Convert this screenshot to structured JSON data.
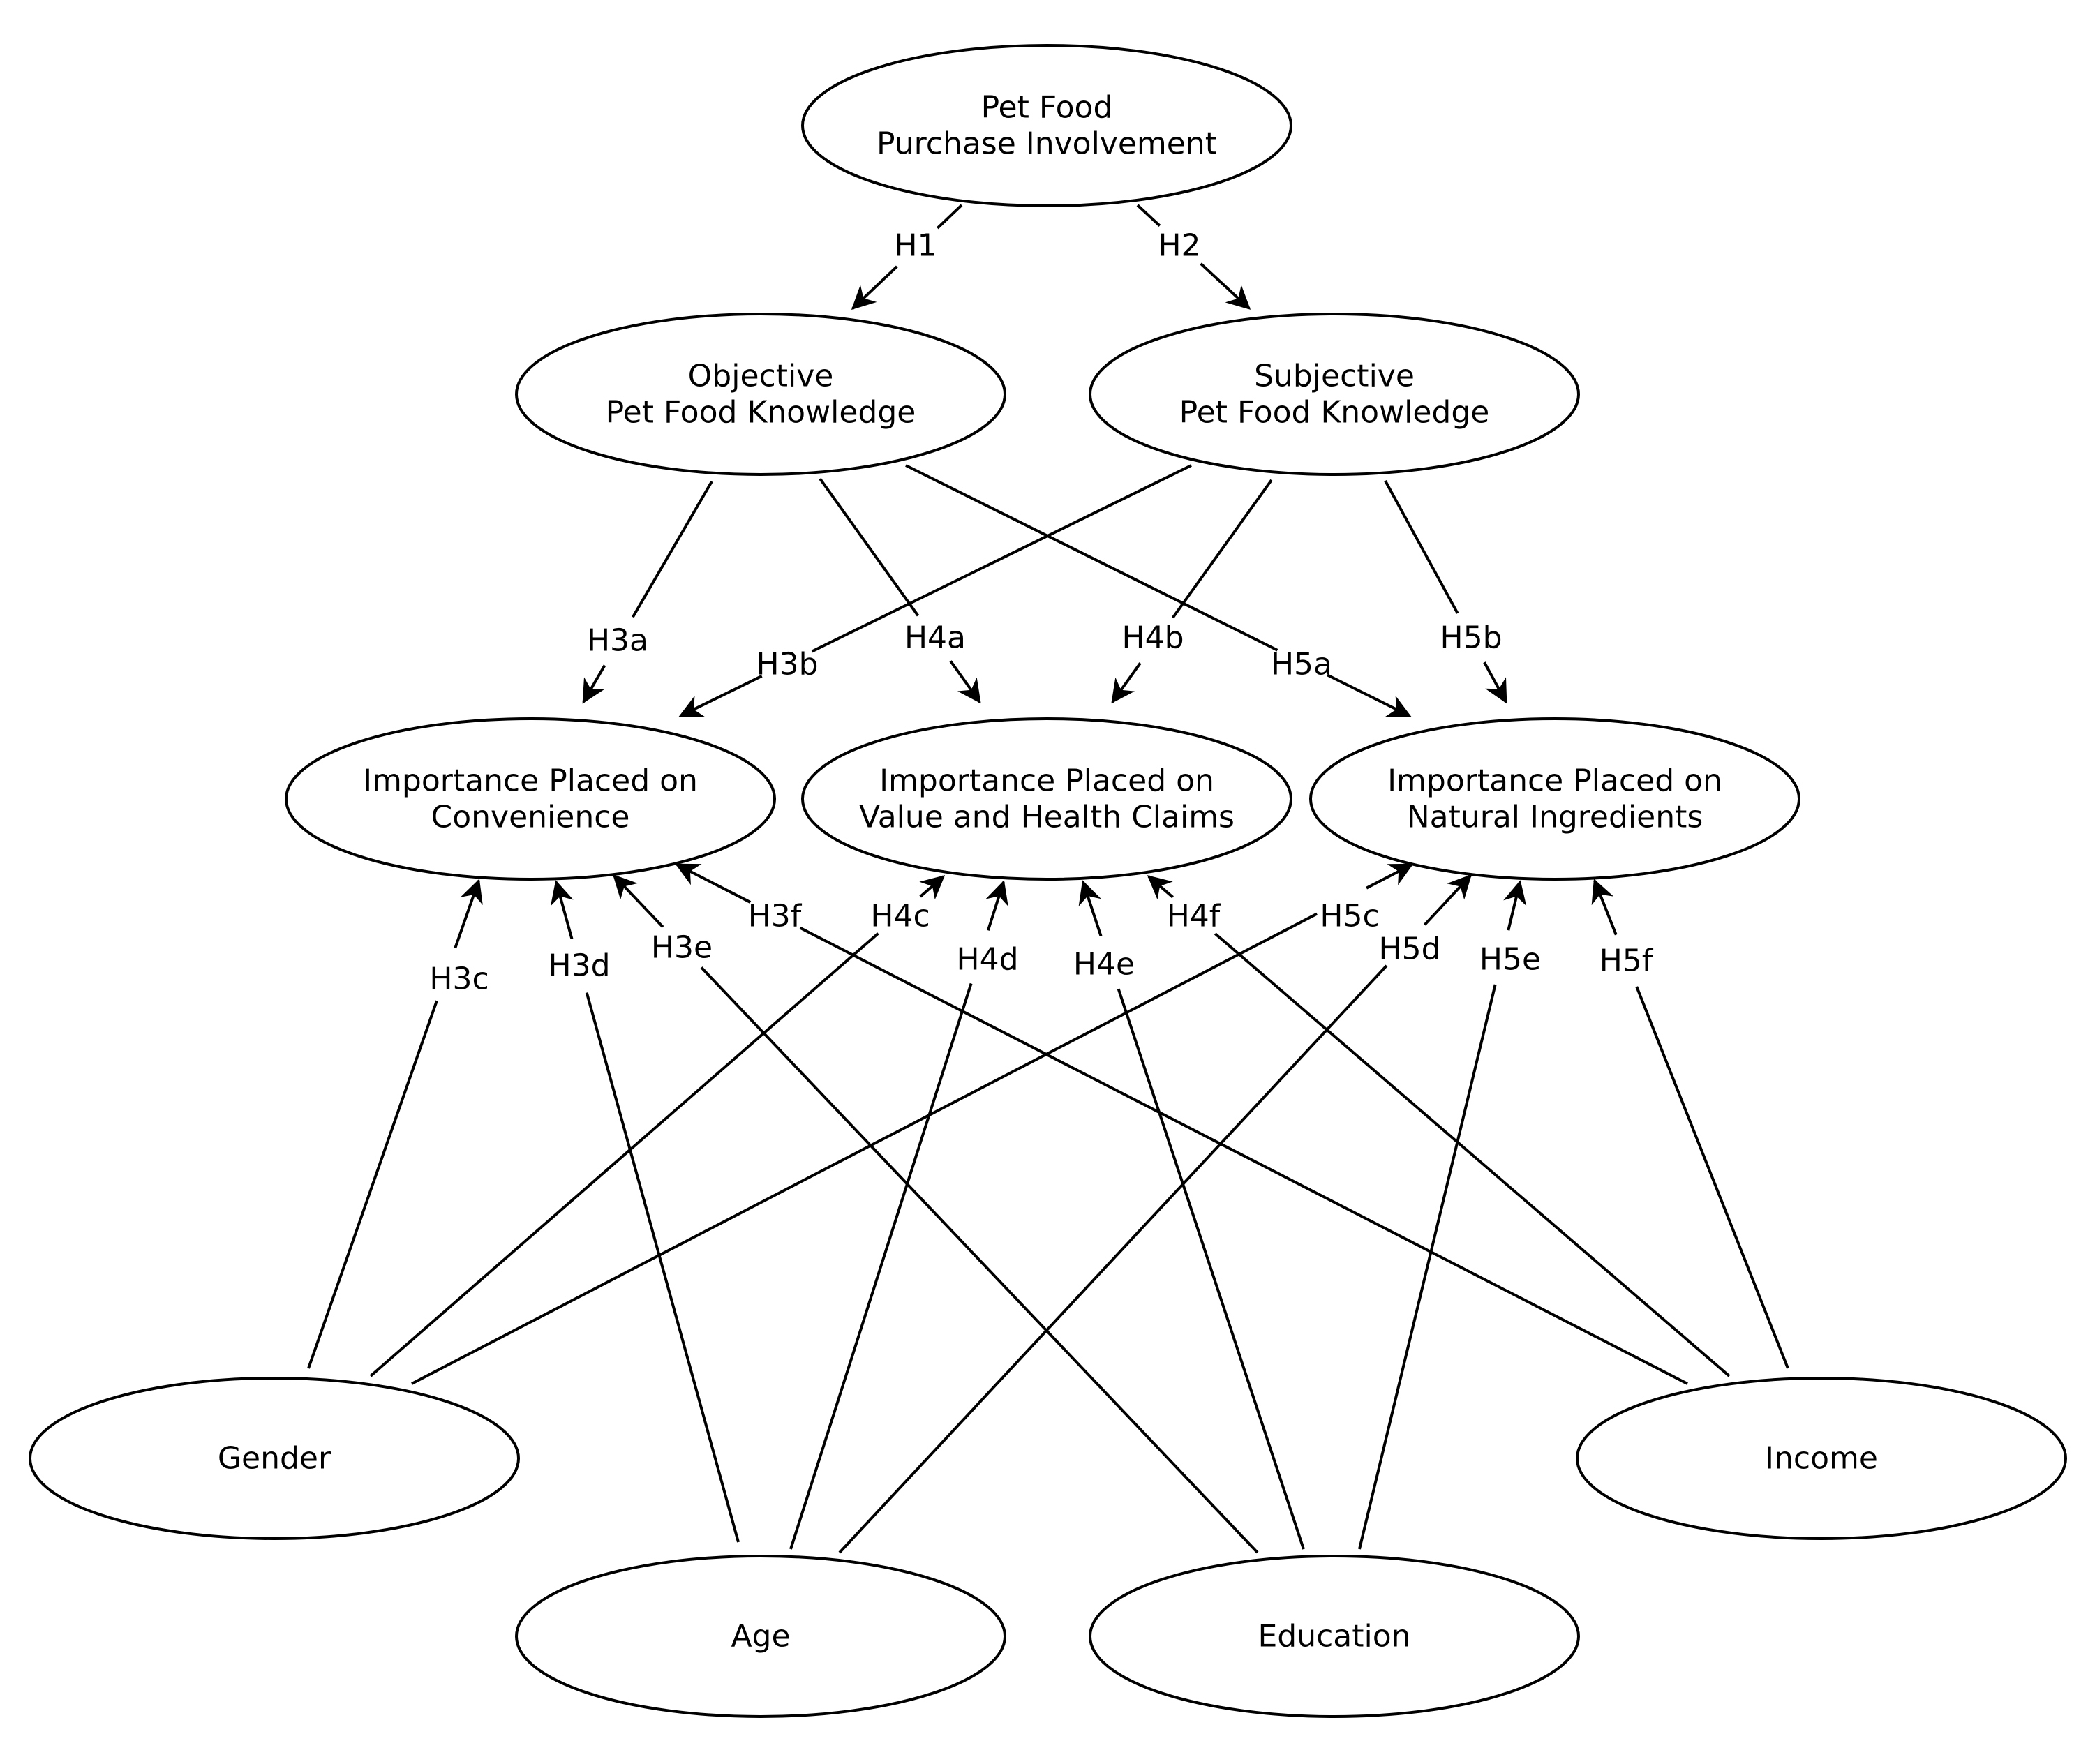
{
  "nodes": {
    "involvement": {
      "lines": [
        "Pet Food",
        "Purchase Involvement"
      ]
    },
    "objective_knowledge": {
      "lines": [
        "Objective",
        "Pet Food Knowledge"
      ]
    },
    "subjective_knowledge": {
      "lines": [
        "Subjective",
        "Pet Food Knowledge"
      ]
    },
    "convenience": {
      "lines": [
        "Importance Placed on",
        "Convenience"
      ]
    },
    "value_health": {
      "lines": [
        "Importance Placed on",
        "Value and Health Claims"
      ]
    },
    "natural": {
      "lines": [
        "Importance Placed on",
        "Natural Ingredients"
      ]
    },
    "gender": {
      "lines": [
        "Gender"
      ]
    },
    "age": {
      "lines": [
        "Age"
      ]
    },
    "education": {
      "lines": [
        "Education"
      ]
    },
    "income": {
      "lines": [
        "Income"
      ]
    }
  },
  "edges": [
    {
      "label": "H1",
      "from": "involvement",
      "to": "objective_knowledge"
    },
    {
      "label": "H2",
      "from": "involvement",
      "to": "subjective_knowledge"
    },
    {
      "label": "H3a",
      "from": "objective_knowledge",
      "to": "convenience"
    },
    {
      "label": "H4a",
      "from": "objective_knowledge",
      "to": "value_health"
    },
    {
      "label": "H5a",
      "from": "objective_knowledge",
      "to": "natural"
    },
    {
      "label": "H3b",
      "from": "subjective_knowledge",
      "to": "convenience"
    },
    {
      "label": "H4b",
      "from": "subjective_knowledge",
      "to": "value_health"
    },
    {
      "label": "H5b",
      "from": "subjective_knowledge",
      "to": "natural"
    },
    {
      "label": "H3c",
      "from": "gender",
      "to": "convenience"
    },
    {
      "label": "H4c",
      "from": "gender",
      "to": "value_health"
    },
    {
      "label": "H5c",
      "from": "gender",
      "to": "natural"
    },
    {
      "label": "H3d",
      "from": "age",
      "to": "convenience"
    },
    {
      "label": "H4d",
      "from": "age",
      "to": "value_health"
    },
    {
      "label": "H5d",
      "from": "age",
      "to": "natural"
    },
    {
      "label": "H3e",
      "from": "education",
      "to": "convenience"
    },
    {
      "label": "H4e",
      "from": "education",
      "to": "value_health"
    },
    {
      "label": "H5e",
      "from": "education",
      "to": "natural"
    },
    {
      "label": "H3f",
      "from": "income",
      "to": "convenience"
    },
    {
      "label": "H4f",
      "from": "income",
      "to": "value_health"
    },
    {
      "label": "H5f",
      "from": "income",
      "to": "natural"
    }
  ]
}
